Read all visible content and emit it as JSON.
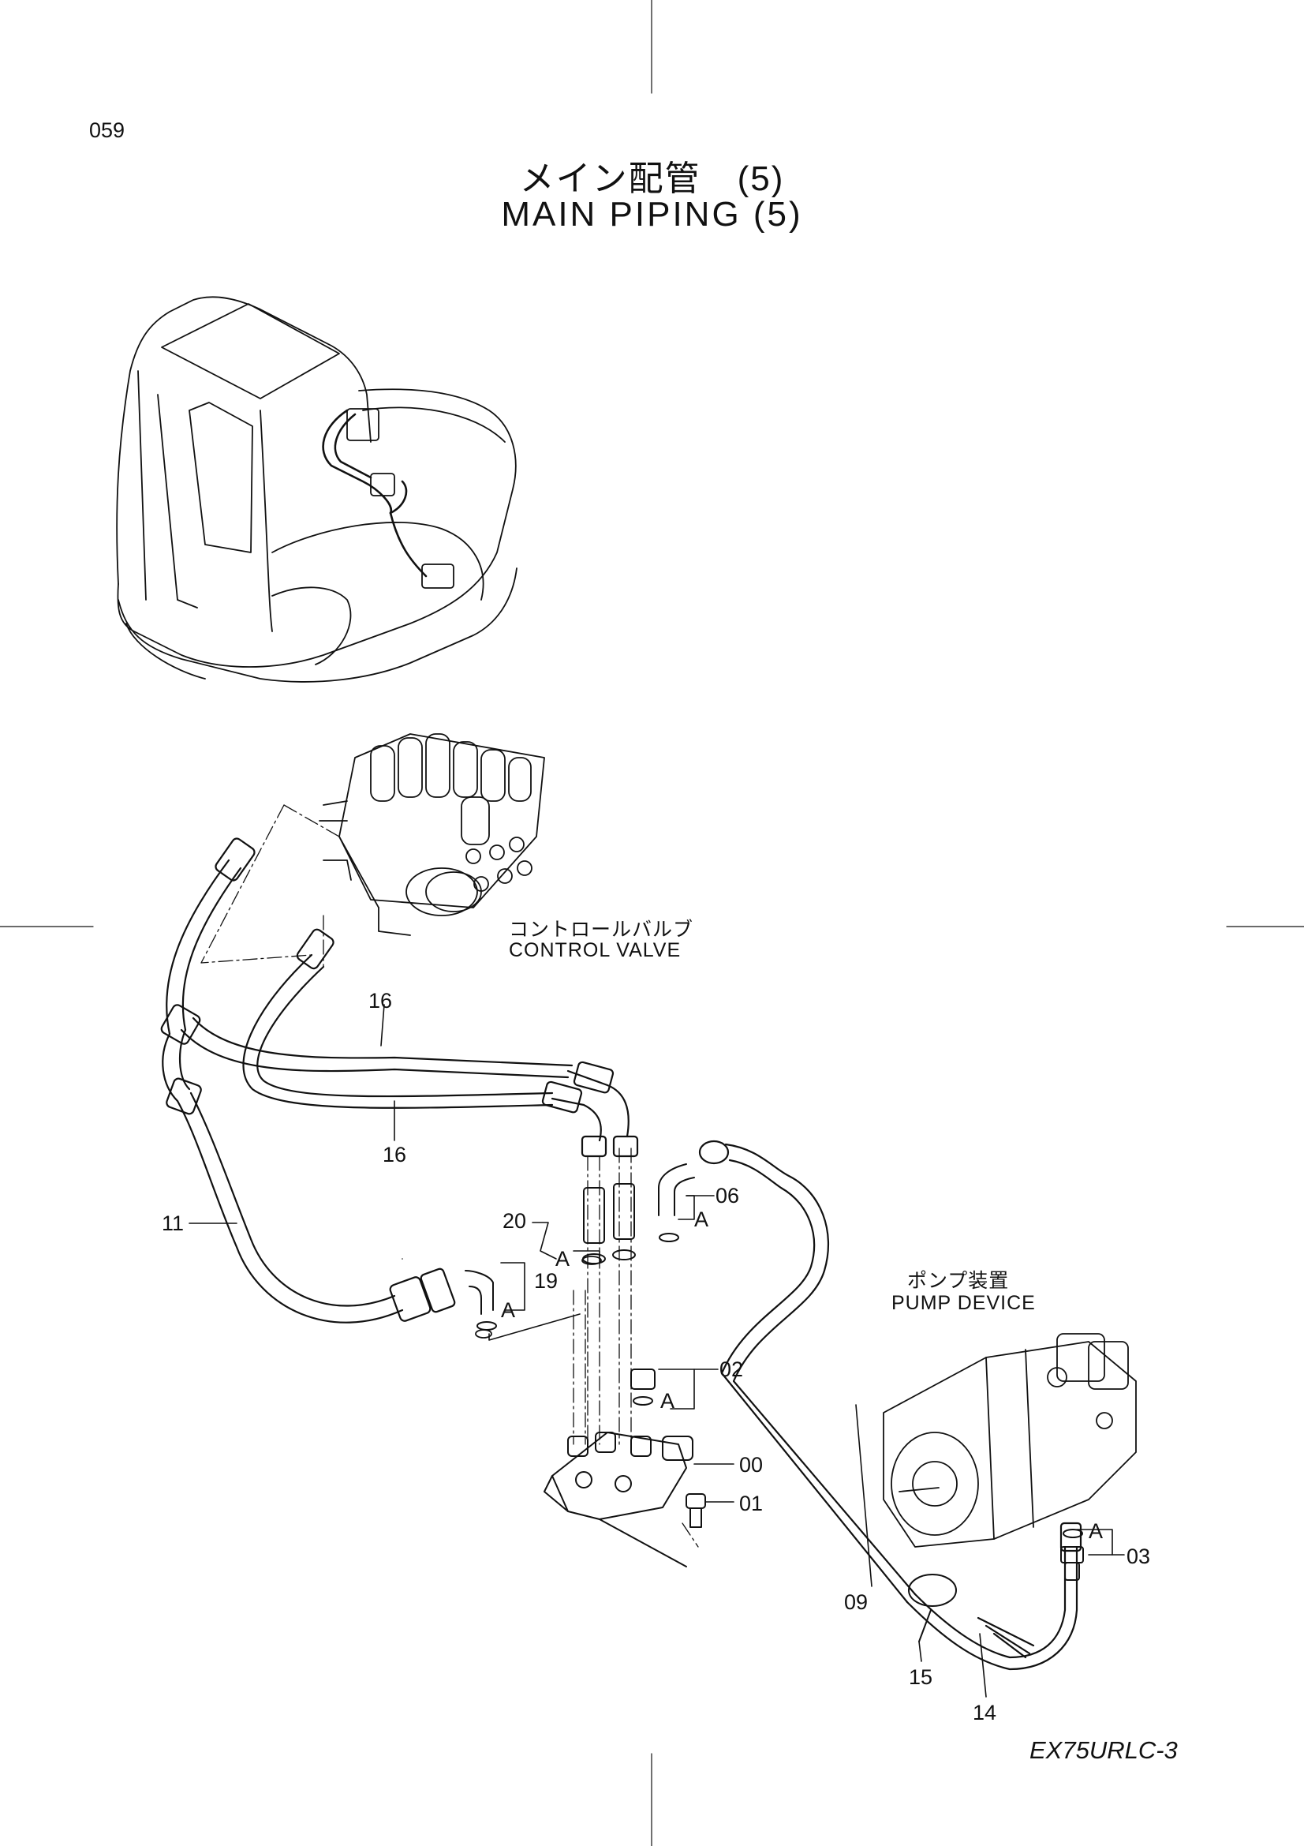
{
  "page_number": "059",
  "title_jp": "メイン配管　(5)",
  "title_en": "MAIN PIPING (5)",
  "model": "EX75URLC-3",
  "components": {
    "control_valve_jp": "コントロールバルブ",
    "control_valve_en": "CONTROL VALVE",
    "pump_device_jp": "ポンプ装置",
    "pump_device_en": "PUMP DEVICE"
  },
  "part_labels": {
    "p00": "00",
    "p01": "01",
    "p02": "02",
    "p03": "03",
    "p06": "06",
    "p09": "09",
    "p11": "11",
    "p14": "14",
    "p15": "15",
    "p16a": "16",
    "p16b": "16",
    "p19": "19",
    "p20": "20"
  },
  "detail_marks": {
    "a1": "A",
    "a2": "A",
    "a3": "A",
    "a4": "A",
    "a5": "A"
  }
}
